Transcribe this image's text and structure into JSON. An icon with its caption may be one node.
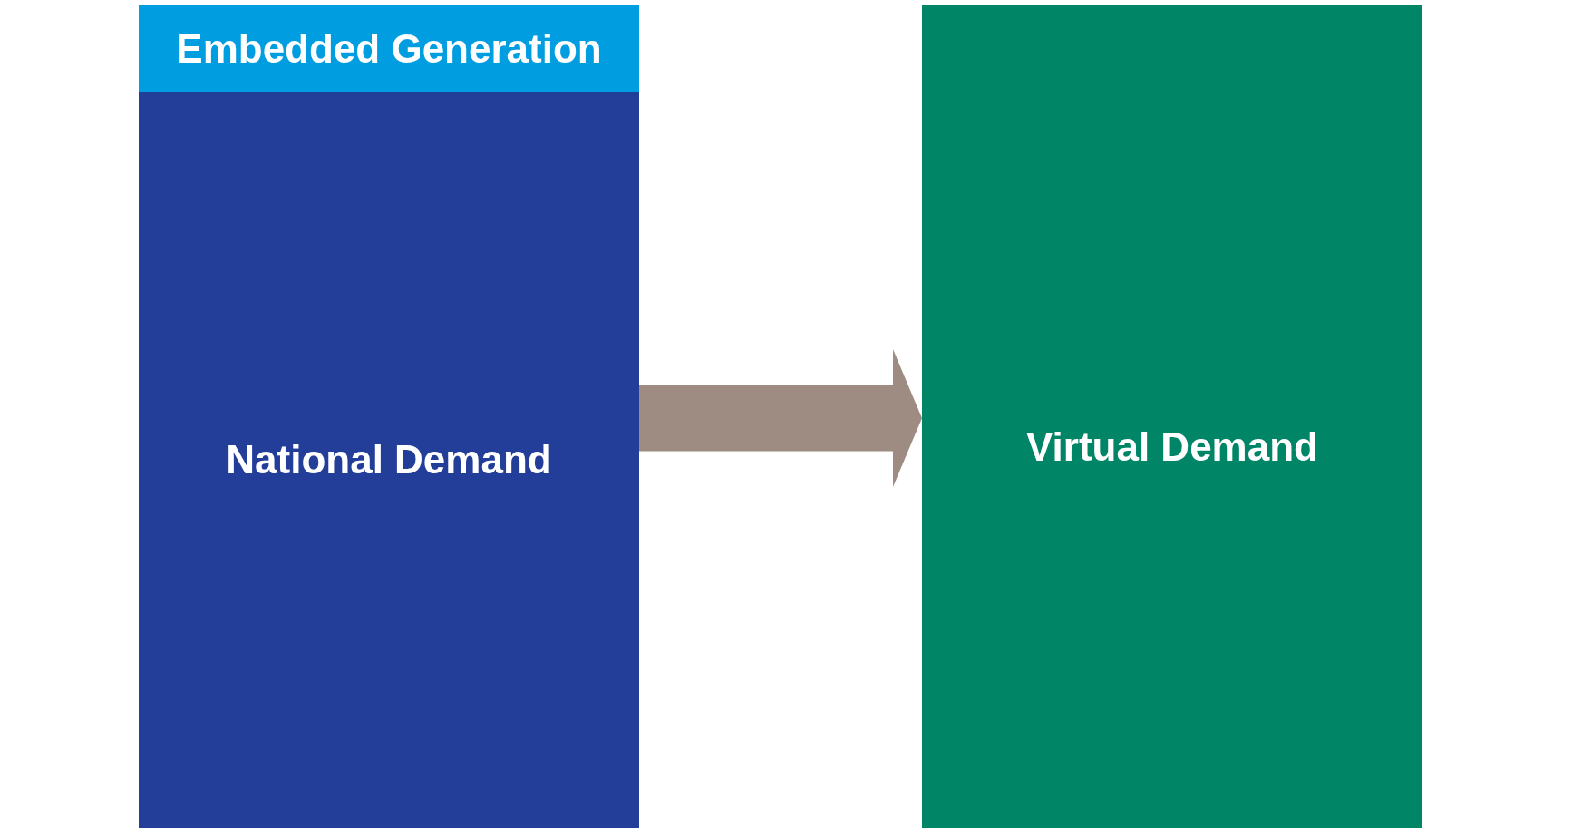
{
  "diagram": {
    "nodes": [
      {
        "text": [
          "Embedded Generation"
        ]
      },
      {
        "text": [
          "National Demand"
        ]
      },
      {
        "text": [
          "Virtual Demand"
        ]
      }
    ],
    "edges": [
      {
        "from": 1,
        "to": 2,
        "arrow": "to"
      }
    ]
  }
}
